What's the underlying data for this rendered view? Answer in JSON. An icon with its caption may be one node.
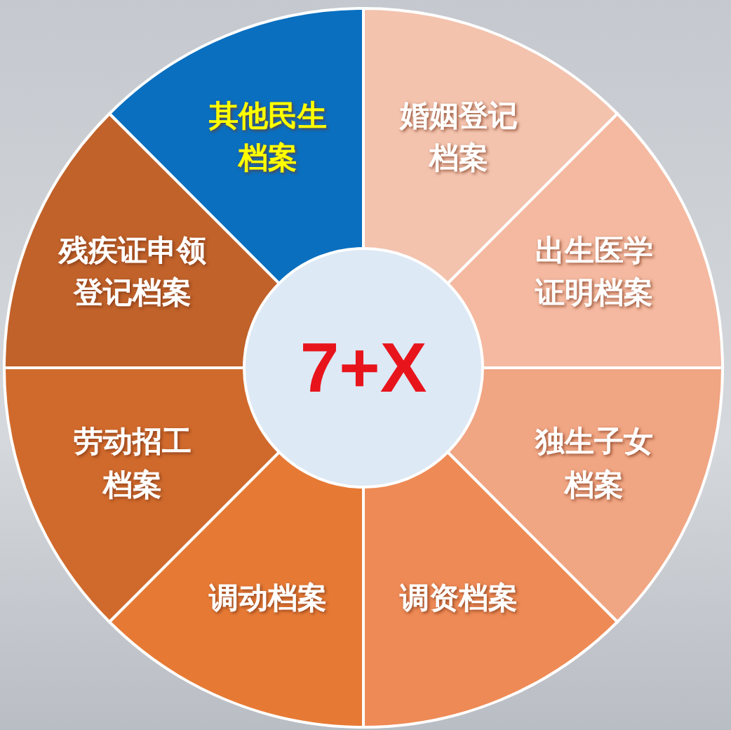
{
  "diagram": {
    "nodes": [
      {
        "text": [
          "其他民生档案"
        ]
      },
      {
        "text": [
          "婚姻登记档案"
        ]
      },
      {
        "text": [
          "出生医学证明档案"
        ]
      },
      {
        "text": [
          "独生子女档案"
        ]
      },
      {
        "text": [
          "调资档案"
        ]
      },
      {
        "text": [
          "调动档案"
        ]
      },
      {
        "text": [
          "劳动招工档案"
        ]
      },
      {
        "text": [
          "残疾证申领登记档案"
        ]
      },
      {
        "text": [
          "7+X"
        ]
      }
    ]
  }
}
